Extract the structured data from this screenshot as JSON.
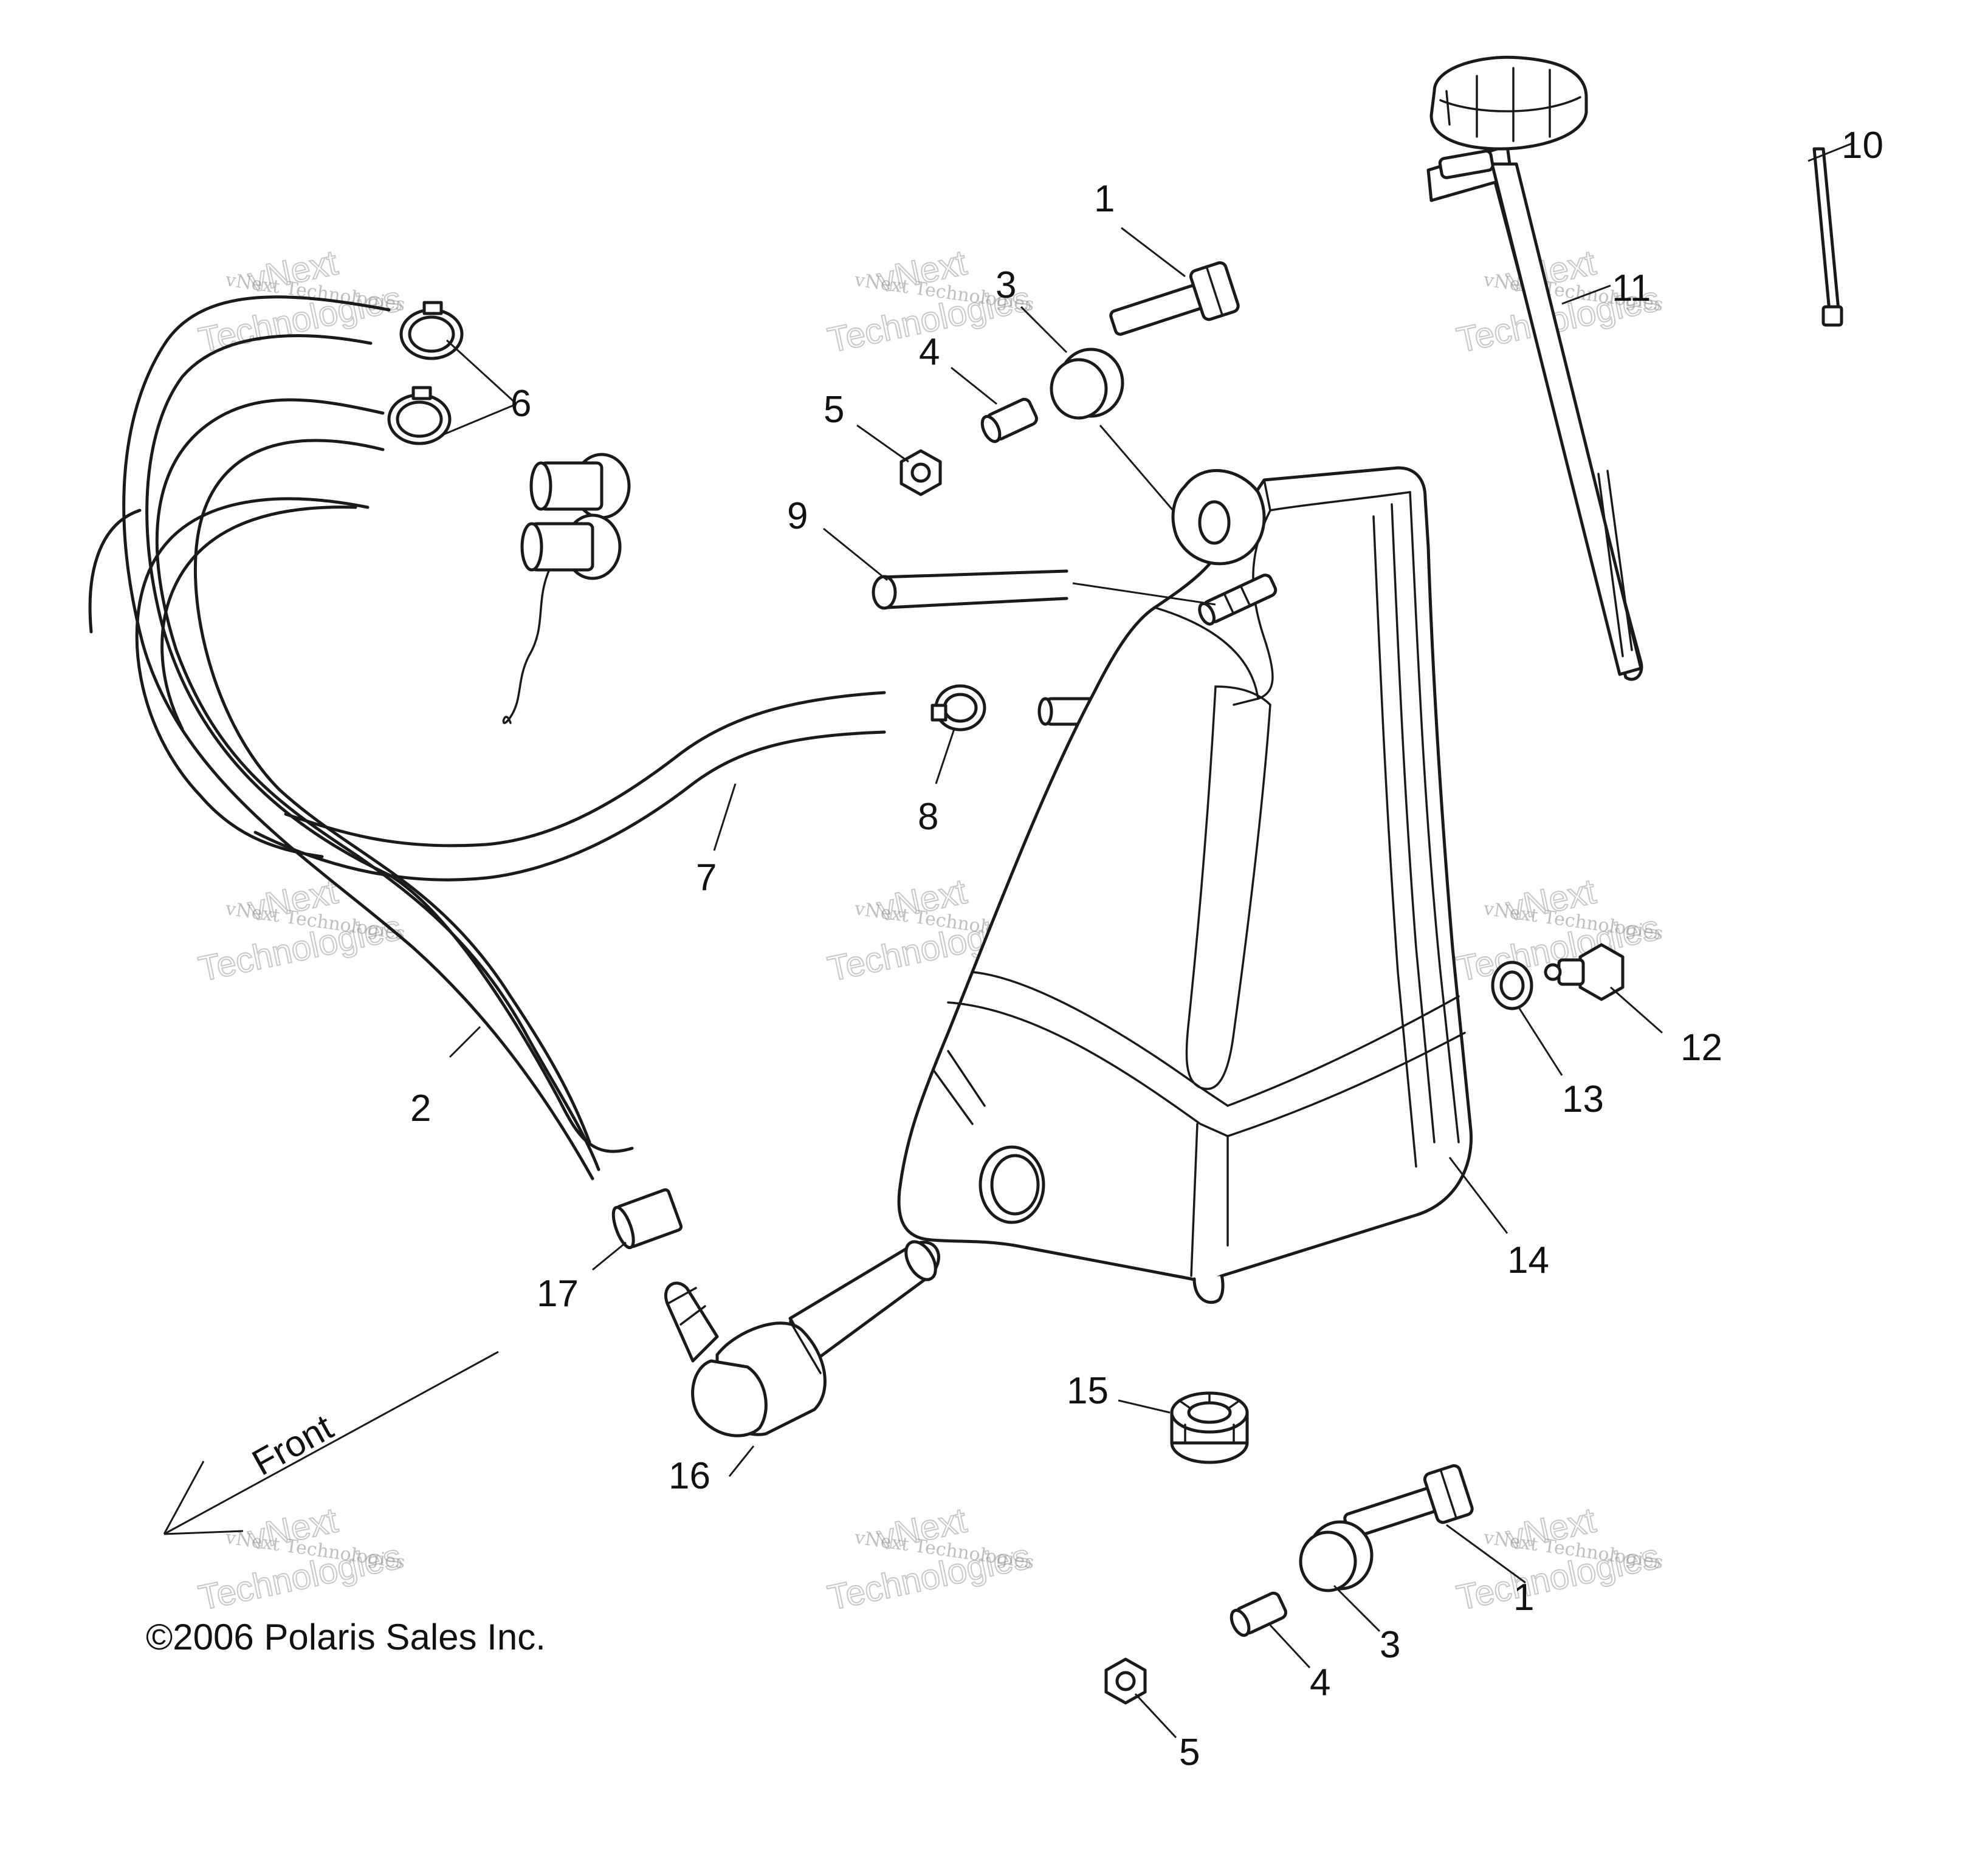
{
  "callouts": [
    {
      "id": "1a",
      "label": "1"
    },
    {
      "id": "1b",
      "label": "1"
    },
    {
      "id": "2",
      "label": "2"
    },
    {
      "id": "3a",
      "label": "3"
    },
    {
      "id": "3b",
      "label": "3"
    },
    {
      "id": "4a",
      "label": "4"
    },
    {
      "id": "4b",
      "label": "4"
    },
    {
      "id": "5a",
      "label": "5"
    },
    {
      "id": "5b",
      "label": "5"
    },
    {
      "id": "6",
      "label": "6"
    },
    {
      "id": "7",
      "label": "7"
    },
    {
      "id": "8",
      "label": "8"
    },
    {
      "id": "9",
      "label": "9"
    },
    {
      "id": "10",
      "label": "10"
    },
    {
      "id": "11",
      "label": "11"
    },
    {
      "id": "12",
      "label": "12"
    },
    {
      "id": "13",
      "label": "13"
    },
    {
      "id": "14",
      "label": "14"
    },
    {
      "id": "15",
      "label": "15"
    },
    {
      "id": "16",
      "label": "16"
    },
    {
      "id": "17",
      "label": "17"
    }
  ],
  "front_label": "Front",
  "copyright": "©2006 Polaris Sales Inc.",
  "watermark": {
    "line1": "vNext Technologies",
    "line2": "vNext",
    "line3": "Technologies"
  }
}
